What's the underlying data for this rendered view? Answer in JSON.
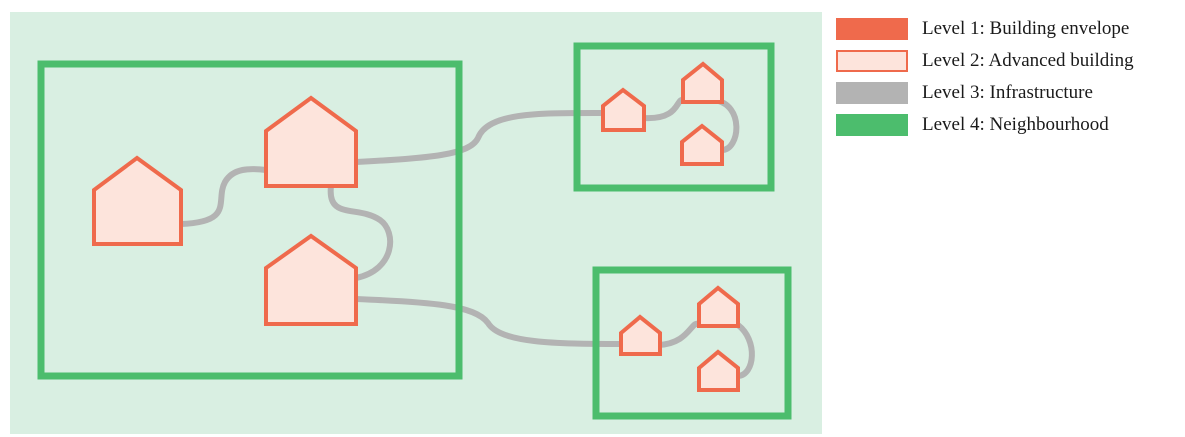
{
  "colors": {
    "background_panel": "#d9efe2",
    "building_stroke": "#ef6a4c",
    "building_fill": "#fde4dc",
    "infrastructure": "#b3b3b3",
    "neighbourhood": "#4cbd6d"
  },
  "legend": {
    "items": [
      {
        "label": "Level 1: Building envelope",
        "swatch": "level-1-solid-orange"
      },
      {
        "label": "Level 2: Advanced building",
        "swatch": "level-2-outlined-orange"
      },
      {
        "label": "Level 3: Infrastructure",
        "swatch": "level-3-grey"
      },
      {
        "label": "Level 4: Neighbourhood",
        "swatch": "level-4-green"
      }
    ]
  }
}
